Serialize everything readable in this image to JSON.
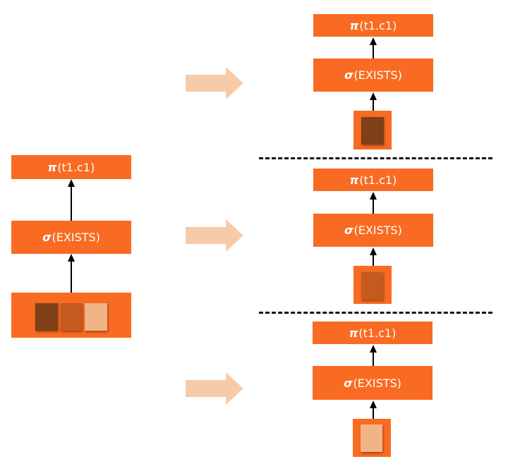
{
  "colors": {
    "operator_fill": "#f96b22",
    "operator_text": "#ffffff",
    "transition_arrow": "#f8cba8",
    "partition_dark": "#7f3f17",
    "partition_medium": "#c45a1e",
    "partition_light": "#f2b387",
    "edge": "#000000"
  },
  "original_plan": {
    "project": {
      "symbol": "π",
      "arg": "(t1.c1)"
    },
    "filter": {
      "symbol": "σ",
      "arg": "(EXISTS)"
    },
    "source": {
      "partitions": [
        "dark",
        "medium",
        "light"
      ]
    }
  },
  "split_plans": [
    {
      "project": {
        "symbol": "π",
        "arg": "(t1.c1)"
      },
      "filter": {
        "symbol": "σ",
        "arg": "(EXISTS)"
      },
      "source": {
        "partition": "dark"
      }
    },
    {
      "project": {
        "symbol": "π",
        "arg": "(t1.c1)"
      },
      "filter": {
        "symbol": "σ",
        "arg": "(EXISTS)"
      },
      "source": {
        "partition": "medium"
      }
    },
    {
      "project": {
        "symbol": "π",
        "arg": "(t1.c1)"
      },
      "filter": {
        "symbol": "σ",
        "arg": "(EXISTS)"
      },
      "source": {
        "partition": "light"
      }
    }
  ]
}
